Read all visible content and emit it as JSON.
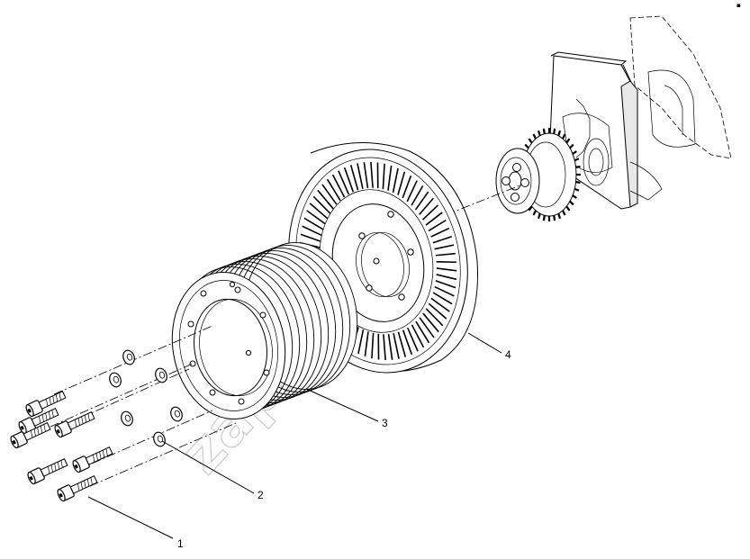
{
  "callouts": [
    {
      "id": "1",
      "label": "1"
    },
    {
      "id": "2",
      "label": "2"
    },
    {
      "id": "3",
      "label": "3"
    },
    {
      "id": "4",
      "label": "4"
    }
  ],
  "watermark": "zapzorm.ru",
  "corner_mark": "▪̶"
}
